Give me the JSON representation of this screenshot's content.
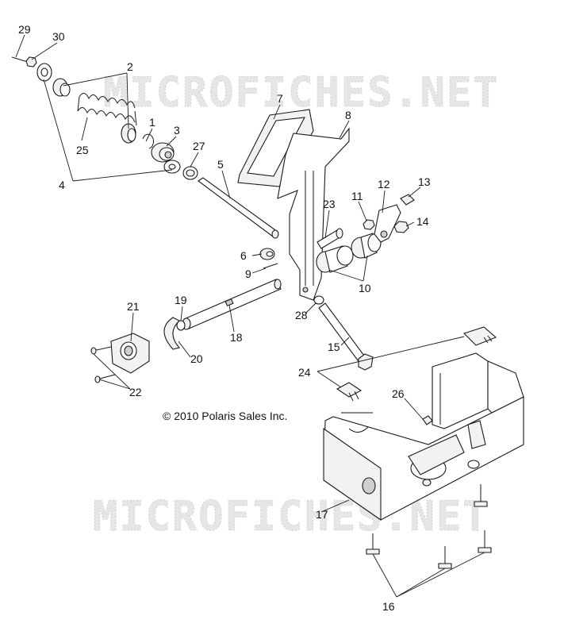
{
  "watermarks": [
    "MICROFICHES.NET",
    "MICROFICHES.NET"
  ],
  "copyright": "© 2010 Polaris Sales Inc.",
  "callouts": [
    "29",
    "30",
    "2",
    "25",
    "1",
    "3",
    "27",
    "4",
    "7",
    "8",
    "5",
    "23",
    "11",
    "12",
    "13",
    "14",
    "6",
    "9",
    "10",
    "21",
    "19",
    "18",
    "28",
    "15",
    "20",
    "22",
    "24",
    "26",
    "17",
    "16"
  ]
}
